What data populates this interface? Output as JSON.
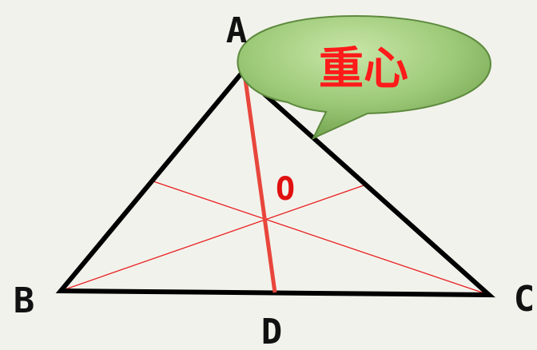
{
  "diagram": {
    "vertices": {
      "A": "A",
      "B": "B",
      "C": "C",
      "D": "D",
      "O": "O"
    },
    "callout": {
      "text": "重心"
    },
    "colors": {
      "background": "#f2f2ec",
      "triangle": "#000000",
      "median": "#e8463c",
      "centroid_label": "#e01010",
      "callout_fill": "#8fbf6a",
      "callout_stroke": "#5d8a3e",
      "callout_text": "#ff1a1a"
    }
  }
}
